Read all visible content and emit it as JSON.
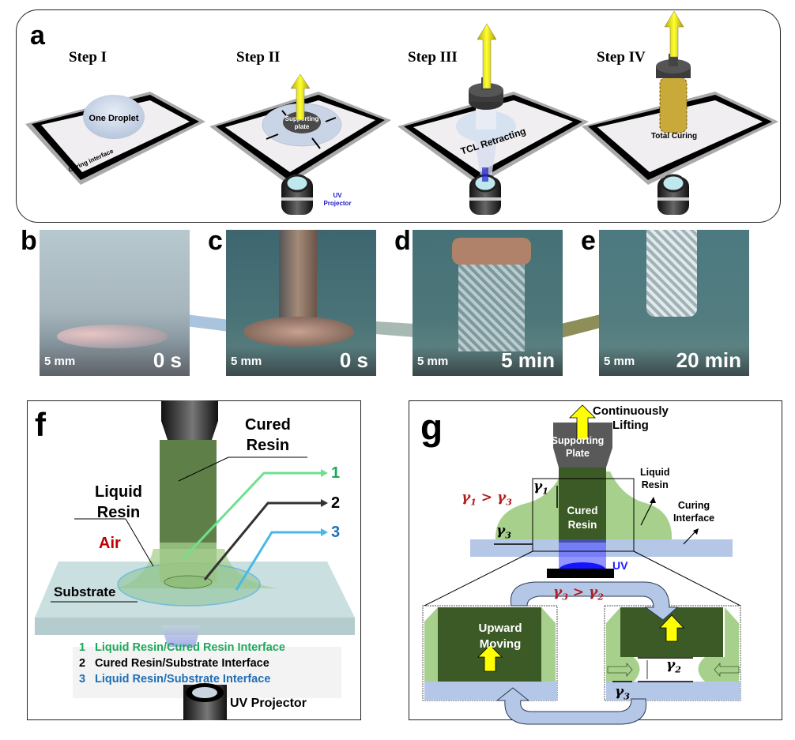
{
  "panel_a": {
    "letter": "a",
    "steps": [
      {
        "title": "Step I",
        "droplet_label": "One Droplet",
        "interface_label": "Curing interface"
      },
      {
        "title": "Step II",
        "plate_label_1": "Supporting",
        "plate_label_2": "plate",
        "projector_label_1": "UV",
        "projector_label_2": "Projector"
      },
      {
        "title": "Step III",
        "retract_label": "TCL Retracting"
      },
      {
        "title": "Step IV",
        "curing_label": "Total Curing"
      }
    ]
  },
  "photos": [
    {
      "letter": "b",
      "scale": "5 mm",
      "time": "0 s"
    },
    {
      "letter": "c",
      "scale": "5 mm",
      "time": "0 s"
    },
    {
      "letter": "d",
      "scale": "5 mm",
      "time": "5 min"
    },
    {
      "letter": "e",
      "scale": "5 mm",
      "time": "20 min"
    }
  ],
  "panel_f": {
    "letter": "f",
    "cured_resin_1": "Cured",
    "cured_resin_2": "Resin",
    "liquid_resin_1": "Liquid",
    "liquid_resin_2": "Resin",
    "air": "Air",
    "substrate": "Substrate",
    "uv_projector": "UV Projector",
    "markers": [
      "1",
      "2",
      "3"
    ],
    "legend": [
      {
        "num": "1",
        "text": "Liquid Resin/Cured Resin Interface",
        "color": "#1fa85a"
      },
      {
        "num": "2",
        "text": "Cured Resin/Substrate Interface",
        "color": "#000000"
      },
      {
        "num": "3",
        "text": "Liquid Resin/Substrate Interface",
        "color": "#1f6fb5"
      }
    ]
  },
  "panel_g": {
    "letter": "g",
    "lifting_1": "Continuously",
    "lifting_2": "Lifting",
    "plate_1": "Supporting",
    "plate_2": "Plate",
    "liquid_1": "Liquid",
    "liquid_2": "Resin",
    "curing_1": "Curing",
    "curing_2": "Interface",
    "cured_1": "Cured",
    "cured_2": "Resin",
    "uv": "UV",
    "gamma1": "γ",
    "gamma1_sub": "1",
    "gamma3": "γ",
    "gamma3_sub": "3",
    "ineq1_a": "γ",
    "ineq1_a_sub": "1",
    "ineq1_op": " > ",
    "ineq1_b": "γ",
    "ineq1_b_sub": "3",
    "ineq2_a": "γ",
    "ineq2_a_sub": "3",
    "ineq2_op": " > ",
    "ineq2_b": "γ",
    "ineq2_b_sub": "2",
    "upward_1": "Upward",
    "upward_2": "Moving",
    "gamma2": "γ",
    "gamma2_sub": "2",
    "gamma3b": "γ",
    "gamma3b_sub": "3"
  },
  "colors": {
    "cured_dark": "#3b5a25",
    "liquid_green": "#a8d08d",
    "substrate_blue": "#b4c7e7",
    "uv_blue": "#1a1aff",
    "arrow_yellow": "#ffff00",
    "inequality_red": "#b01c1c",
    "air_red": "#c00000"
  }
}
